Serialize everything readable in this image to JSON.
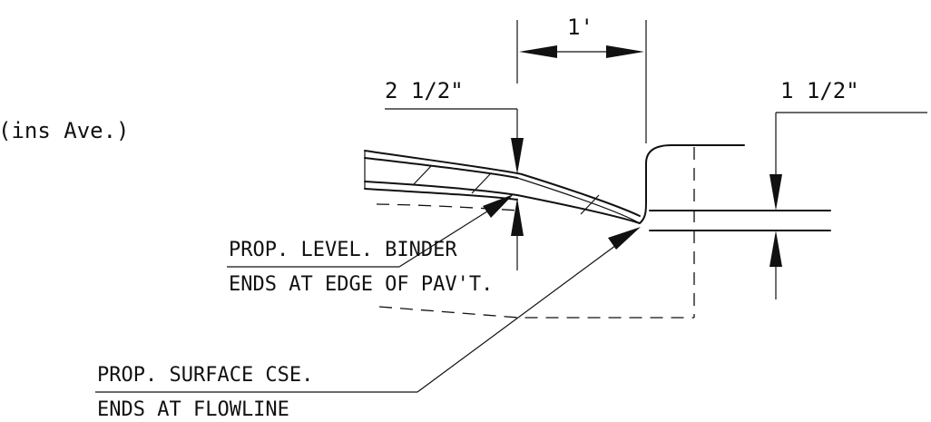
{
  "dimensions": {
    "top_width": "1'",
    "binder_thickness": "2 1/2\"",
    "surface_thickness": "1 1/2\""
  },
  "notes": {
    "partial_street": "(ins Ave.)",
    "binder_line1": "PROP. LEVEL. BINDER",
    "binder_line2": "ENDS AT EDGE OF PAV'T.",
    "surface_line1": "PROP. SURFACE CSE.",
    "surface_line2": "ENDS AT FLOWLINE"
  }
}
